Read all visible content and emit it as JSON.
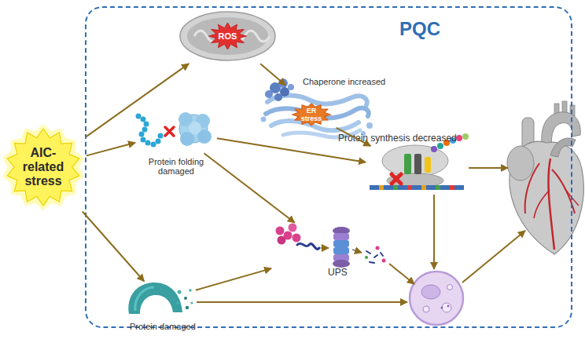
{
  "diagram": {
    "nodes": [
      {
        "text": [
          "AIC-related stress"
        ]
      },
      {
        "text": [
          "PQC"
        ]
      },
      {
        "text": [
          "ROS"
        ],
        "in": 1
      },
      {
        "text": [
          "Chaperone increased"
        ],
        "in": 1
      },
      {
        "text": [
          "ER stress"
        ],
        "in": 1
      },
      {
        "text": [
          "Protein folding damaged"
        ],
        "in": 1
      },
      {
        "text": [
          "Protein synthesis decreased"
        ],
        "in": 1
      },
      {
        "text": [
          "UPS"
        ],
        "in": 1
      },
      {
        "text": [
          "Protein damaged"
        ],
        "in": 1
      }
    ],
    "edges": [
      {
        "from": 0,
        "to": 2,
        "arrow": "to"
      },
      {
        "from": 0,
        "to": 5,
        "arrow": "to"
      },
      {
        "from": 0,
        "to": 8,
        "arrow": "to"
      },
      {
        "from": 2,
        "to": 3,
        "arrow": "to"
      },
      {
        "from": 4,
        "to": 6,
        "arrow": "to"
      },
      {
        "from": 5,
        "to": 6,
        "arrow": "to"
      },
      {
        "from": 5,
        "to": 7,
        "arrow": "to"
      },
      {
        "from": 8,
        "to": 7,
        "arrow": "to"
      }
    ]
  }
}
